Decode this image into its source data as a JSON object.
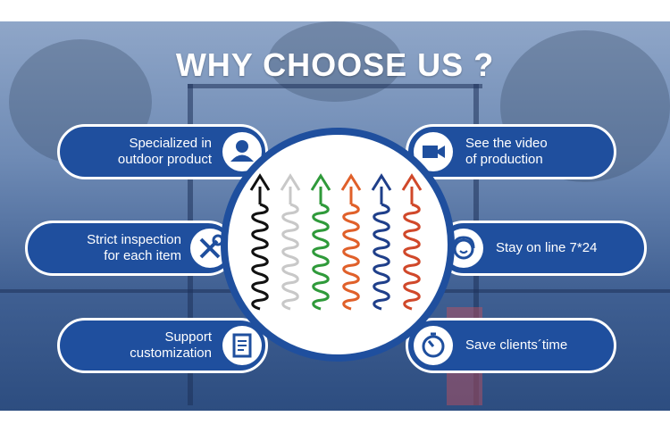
{
  "title": "WHY CHOOSE US ?",
  "colors": {
    "accent": "#1f4f9e",
    "white": "#ffffff"
  },
  "features": {
    "specialized": {
      "line1": "Specialized in",
      "line2": "outdoor product",
      "icon": "user-icon"
    },
    "inspection": {
      "line1": "Strict inspection",
      "line2": "for each item",
      "icon": "tools-icon"
    },
    "customization": {
      "line1": "Support",
      "line2": "customization",
      "icon": "document-icon"
    },
    "video": {
      "line1": "See the video",
      "line2": "of production",
      "icon": "video-camera-icon"
    },
    "online": {
      "line1": "Stay on line 7*24",
      "icon": "headset-icon"
    },
    "time": {
      "line1": "Save clients´time",
      "icon": "stopwatch-icon"
    }
  },
  "product": {
    "icon": "ground-anchor-icon",
    "anchor_colors": [
      "#111111",
      "#c8c8c8",
      "#2f9a3a",
      "#e0602a",
      "#1f3f8a",
      "#d0482a"
    ]
  }
}
